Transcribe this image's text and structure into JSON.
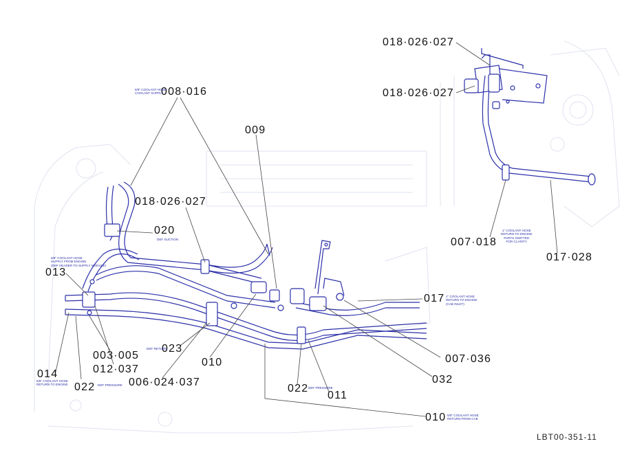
{
  "colors": {
    "line": "#2b2fa8",
    "ghost": "#dfe3ef",
    "leader": "#444444",
    "text": "#111111"
  },
  "callouts": {
    "c_018_026_027_top": "018·026·027",
    "c_018_026_027_mid": "018·026·027",
    "c_008_016": "008·016",
    "c_009": "009",
    "c_018_026_027_left": "018·026·027",
    "c_020": "020",
    "c_013": "013",
    "c_003_005": "003·005",
    "c_012_037": "012·037",
    "c_014": "014",
    "c_022_left": "022",
    "c_023": "023",
    "c_006_024_037": "006·024·037",
    "c_010_mid": "010",
    "c_022_mid": "022",
    "c_011": "011",
    "c_010_bottom": "010",
    "c_032": "032",
    "c_007_036": "007·036",
    "c_017": "017",
    "c_007_018": "007·018",
    "c_017_028": "017·028"
  },
  "notes": {
    "n_coolant_supply": "5/8\" COOLANT HOSE\nCOOLANT SUPPLY",
    "n_def_suction": "DEF SUCTION",
    "n_supply_engine": "5/8\" COOLANT HOSE\nSUPPLY FROM ENGINE\n(DEF HEADER TO SUPPLY MODULE)",
    "n_return_engine_left": "5/8\" COOLANT HOSE\nRETURN TO ENGINE",
    "n_def_pressure_left": "DEF PRESSURE",
    "n_def_return": "DEF RETURN",
    "n_def_pressure_mid": "DEF PRESSURE",
    "n_return_from_cab": "5/8\" COOLANT HOSE\nRETURN FROM CAB",
    "n_return_right": "1\" COOLANT HOSE\nRETURN TO ENGINE\n(CAB INLET)",
    "n_return_omitted": "1\" COOLANT HOSE\nRETURN TO ENGINE\nPARTS OMITTED\nFOR CLARITY"
  },
  "doc_number": "LBT00-351-11"
}
